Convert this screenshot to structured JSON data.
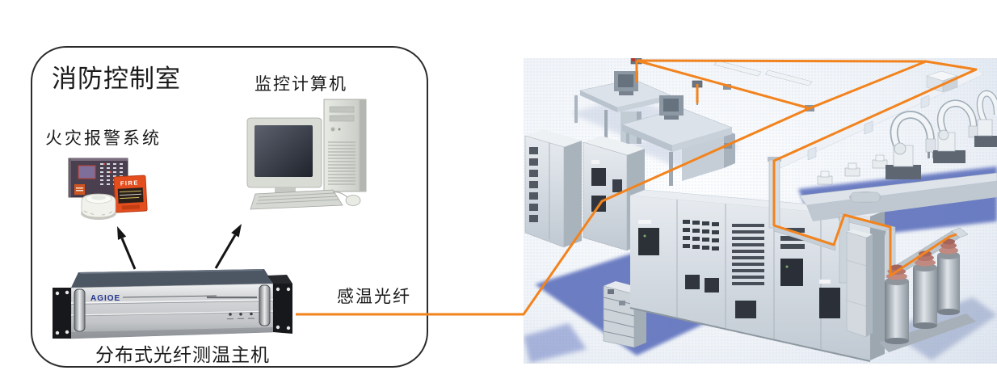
{
  "texts": {
    "title": "消防控制室",
    "monitor_label": "监控计算机",
    "alarm_label": "火灾报警系统",
    "host_label": "分布式光纤测温主机",
    "fiber_label": "感温光纤",
    "host_brand": "AGIOE",
    "call_point_text": "FIRE"
  },
  "colors": {
    "fiber_cable": "#F2831D",
    "box_border": "#2B2B2B",
    "text": "#1A1A1A",
    "floor_shadow": "#6577C0",
    "call_point_red": "#E44D1E",
    "brand_blue": "#2B3F9B"
  },
  "icons": {
    "computer": "crt-monitor-tower-keyboard-mouse",
    "alarm_system": "fire-alarm-panel-callpoint-smoke-detector",
    "host": "2u-rack-unit",
    "plant": "isometric-industrial-plant"
  }
}
